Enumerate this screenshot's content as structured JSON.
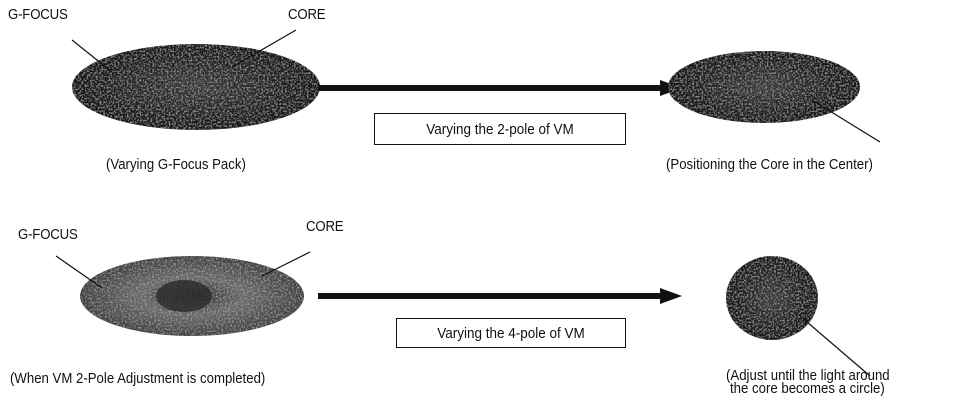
{
  "step1": {
    "gfocus_label": "G-FOCUS",
    "core_label": "CORE",
    "left_caption": "(Varying G-Focus Pack)",
    "action_label": "Varying the 2-pole of VM",
    "right_caption": "(Positioning the Core in the Center)"
  },
  "step2": {
    "gfocus_label": "G-FOCUS",
    "core_label": "CORE",
    "left_caption": "(When VM 2-Pole Adjustment is completed)",
    "action_label": "Varying the 4-pole of VM",
    "right_caption_line1": "(Adjust until the light around",
    "right_caption_line2": "the core becomes a circle)"
  },
  "colors": {
    "ink": "#111111",
    "spot_dark": "#1c1c1c",
    "spot_mid": "#555555"
  }
}
